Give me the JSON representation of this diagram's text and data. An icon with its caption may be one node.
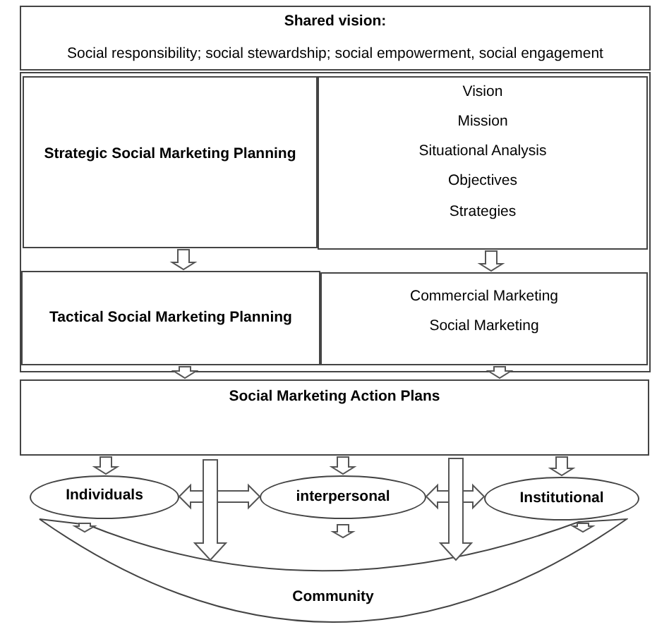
{
  "diagram": {
    "nodes": [
      {
        "text": [
          "Shared vision:",
          "Social responsibility; social stewardship; social empowerment, social engagement"
        ]
      },
      {
        "text": [],
        "shape": "box"
      },
      {
        "text": [
          "Strategic Social Marketing Planning"
        ],
        "in": 1
      },
      {
        "text": [
          "Vision",
          "Mission",
          "Situational Analysis",
          "Objectives",
          "Strategies"
        ],
        "in": 1
      },
      {
        "text": [
          "Tactical Social Marketing Planning"
        ],
        "in": 1
      },
      {
        "text": [
          "Commercial Marketing",
          "Social Marketing"
        ],
        "in": 1
      },
      {
        "text": [
          "Social Marketing Action Plans"
        ]
      },
      {
        "text": [
          "Individuals"
        ]
      },
      {
        "text": [
          "interpersonal"
        ]
      },
      {
        "text": [
          "Institutional"
        ]
      },
      {
        "text": [
          "Community"
        ]
      }
    ],
    "edges": [
      {
        "from": 2,
        "to": 4,
        "arrow": "to"
      },
      {
        "from": 3,
        "to": 5,
        "arrow": "to"
      },
      {
        "from": 4,
        "to": 6,
        "arrow": "to"
      },
      {
        "from": 5,
        "to": 6,
        "arrow": "to"
      },
      {
        "from": 6,
        "to": 7,
        "arrow": "to"
      },
      {
        "from": 6,
        "to": 8,
        "arrow": "to"
      },
      {
        "from": 6,
        "to": 9,
        "arrow": "to"
      },
      {
        "from": 7,
        "to": 8,
        "arrow": "both"
      },
      {
        "from": 8,
        "to": 9,
        "arrow": "both"
      },
      {
        "from": 6,
        "to": 10,
        "arrow": "to"
      },
      {
        "from": 6,
        "to": 10,
        "arrow": "to"
      },
      {
        "from": 7,
        "to": 10,
        "arrow": "to"
      },
      {
        "from": 8,
        "to": null,
        "arrow": "to"
      },
      {
        "from": 9,
        "to": 10,
        "arrow": "to"
      }
    ]
  }
}
